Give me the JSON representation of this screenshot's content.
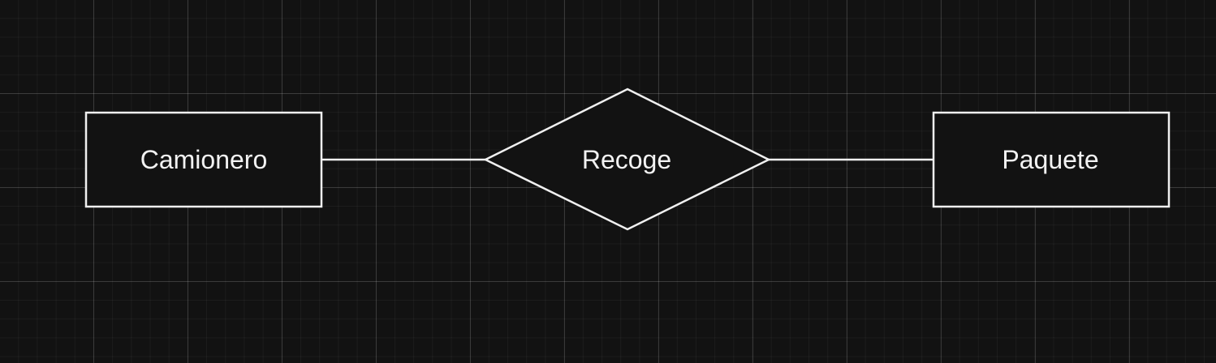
{
  "diagram": {
    "entities": [
      {
        "label": "Camionero"
      },
      {
        "label": "Paquete"
      }
    ],
    "relationship": {
      "label": "Recoge"
    },
    "colors": {
      "background": "#121212",
      "stroke": "#f0f0f0",
      "text": "#f2f2f2"
    }
  }
}
